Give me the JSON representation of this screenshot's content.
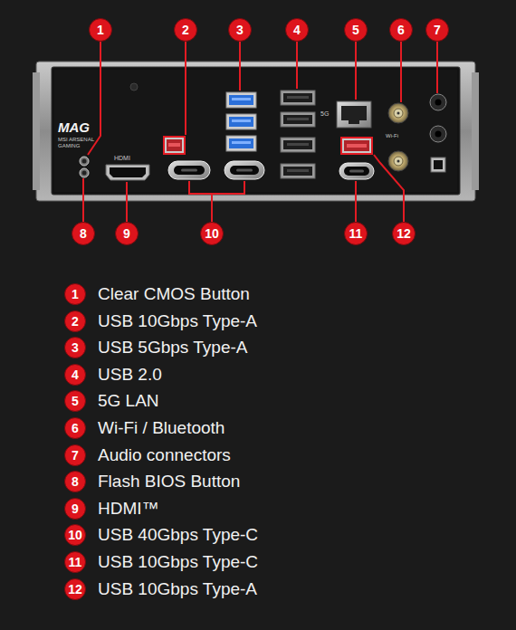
{
  "diagram": {
    "nodes": [
      {
        "text": [
          "1"
        ]
      },
      {
        "text": [
          "2"
        ]
      },
      {
        "text": [
          "3"
        ]
      },
      {
        "text": [
          "4"
        ]
      },
      {
        "text": [
          "5"
        ]
      },
      {
        "text": [
          "6"
        ]
      },
      {
        "text": [
          "7"
        ]
      },
      {
        "text": [
          "8"
        ]
      },
      {
        "text": [
          "9"
        ]
      },
      {
        "text": [
          "10"
        ]
      },
      {
        "text": [
          "11"
        ]
      },
      {
        "text": [
          "12"
        ]
      },
      {
        "text": [
          "1"
        ]
      },
      {
        "text": [
          "2"
        ]
      },
      {
        "text": [
          "3"
        ]
      },
      {
        "text": [
          "4"
        ]
      },
      {
        "text": [
          "5"
        ]
      },
      {
        "text": [
          "6"
        ]
      },
      {
        "text": [
          "7"
        ]
      },
      {
        "text": [
          "8"
        ]
      },
      {
        "text": [
          "9"
        ]
      },
      {
        "text": [
          "10"
        ]
      },
      {
        "text": [
          "11"
        ]
      },
      {
        "text": [
          "12"
        ]
      }
    ],
    "labels": [
      "MAG",
      "MSI ARSENAL GAMING",
      "HDMI",
      "5G",
      "Wi-Fi",
      "Clear CMOS Button",
      "USB 10Gbps Type-A",
      "USB 5Gbps Type-A",
      "USB 2.0",
      "5G LAN",
      "Wi-Fi / Bluetooth",
      "Audio connectors",
      "Flash BIOS Button",
      "HDMI™",
      "USB 40Gbps Type-C",
      "USB 10Gbps Type-C",
      "USB 10Gbps Type-A"
    ]
  }
}
